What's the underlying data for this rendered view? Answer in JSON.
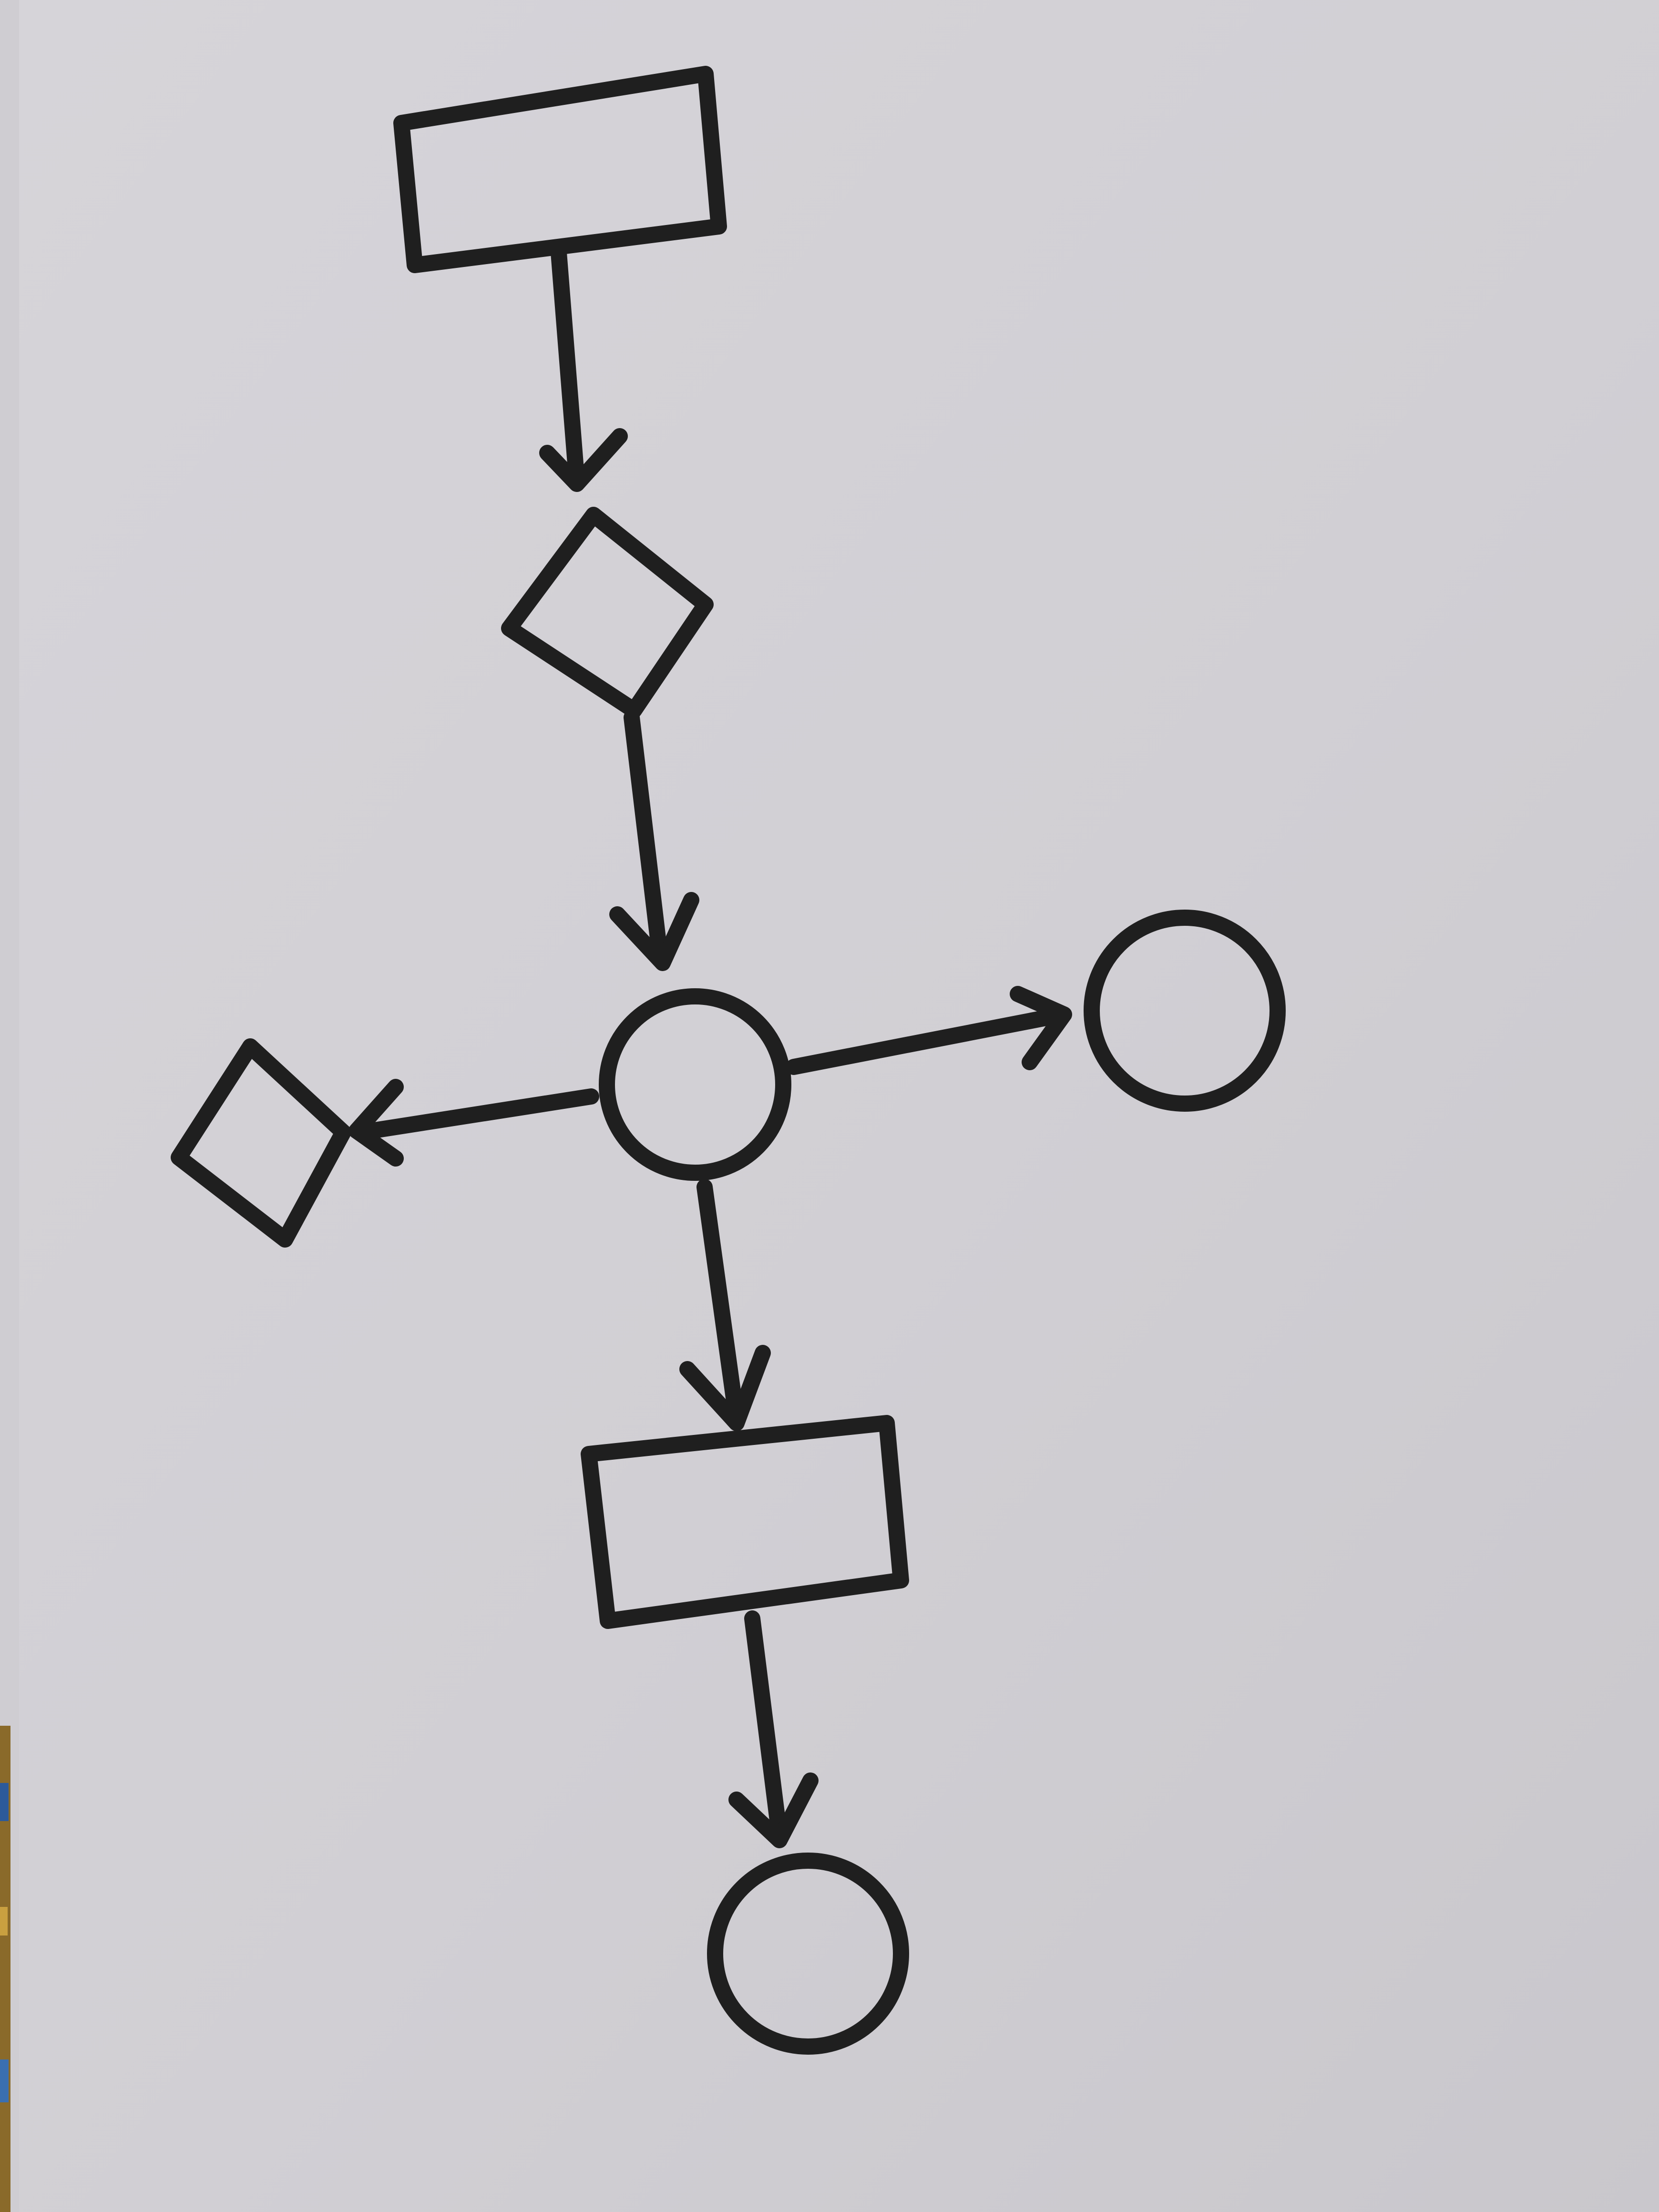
{
  "diagram": {
    "nodes": [
      {
        "id": "start-rectangle",
        "shape": "rectangle"
      },
      {
        "id": "decision-diamond-1",
        "shape": "diamond"
      },
      {
        "id": "hub-circle",
        "shape": "circle"
      },
      {
        "id": "right-circle",
        "shape": "circle"
      },
      {
        "id": "left-diamond",
        "shape": "diamond"
      },
      {
        "id": "lower-rectangle",
        "shape": "rectangle"
      },
      {
        "id": "end-circle",
        "shape": "circle"
      }
    ],
    "edges": [
      {
        "from": "start-rectangle",
        "to": "decision-diamond-1"
      },
      {
        "from": "decision-diamond-1",
        "to": "hub-circle"
      },
      {
        "from": "hub-circle",
        "to": "right-circle"
      },
      {
        "from": "hub-circle",
        "to": "left-diamond"
      },
      {
        "from": "hub-circle",
        "to": "lower-rectangle"
      },
      {
        "from": "lower-rectangle",
        "to": "end-circle"
      }
    ]
  },
  "colors": {
    "paper": "#d3d1d6",
    "ink": "#1f1f1f",
    "desk": "#8a6a2a"
  }
}
